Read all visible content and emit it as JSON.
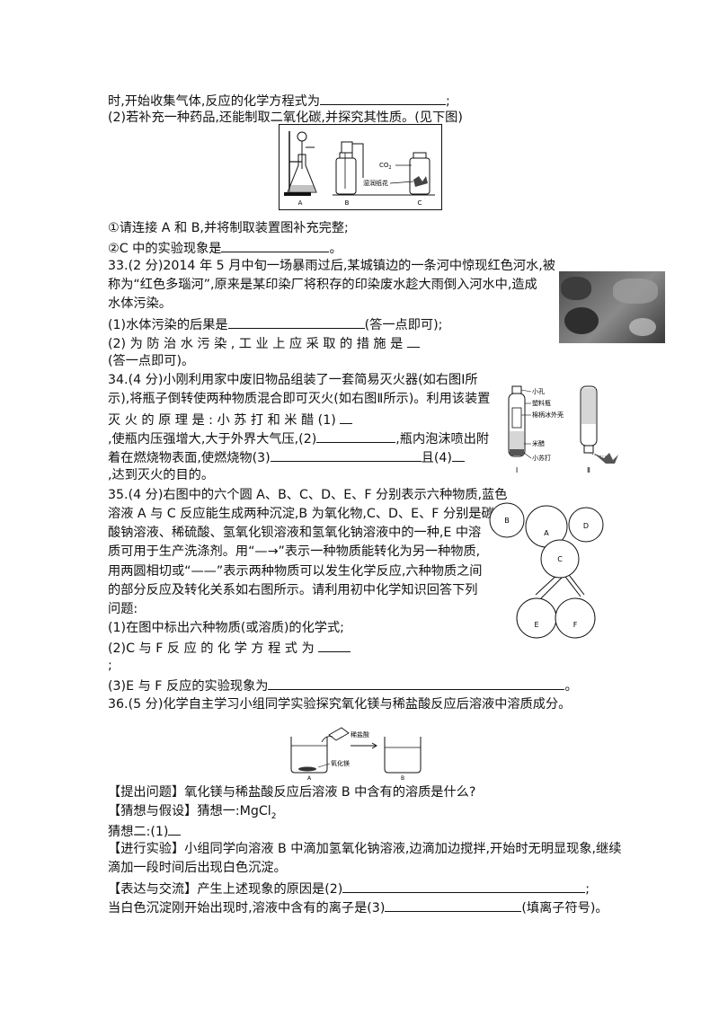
{
  "lines": {
    "l1": "时,开始收集气体,反应的化学方程式为",
    "l1_end": ";",
    "l2": "(2)若补充一种药品,还能制取二氧化碳,并探究其性质。(见下图)",
    "l3": "①请连接 A 和 B,并将制取装置图补充完整;",
    "l4": "②C 中的实验现象是",
    "l4_end": "。",
    "q33_1": "33.(2 分)2014 年 5 月中旬一场暴雨过后,某城镇边的一条河中惊现红色河水,被",
    "q33_2": "称为“红色多瑙河”,原来是某印染厂将积存的印染废水趁大雨倒入河水中,造成",
    "q33_3": "水体污染。",
    "q33_4a": "(1)水体污染的后果是",
    "q33_4b": "(答一点即可);",
    "q33_5": "(2) 为 防 治 水 污 染 , 工 业 上 应 采 取 的 措 施 是",
    "q33_6": "(答一点即可)。",
    "q34_1": "34.(4 分)小刚利用家中废旧物品组装了一套简易灭火器(如右图Ⅰ所",
    "q34_2": "示),将瓶子倒转使两种物质混合即可灭火(如右图Ⅱ所示)。利用该装置",
    "q34_3": "灭 火 的 原 理 是 : 小 苏 打 和 米 醋 (1)",
    "q34_4a": ",使瓶内压强增大,大于外界大气压,(2)",
    "q34_4b": ",瓶内泡沫喷出附",
    "q34_5": "着在燃烧物表面,使燃烧物(3)",
    "q34_5b": "且(4)",
    "q34_6": ",达到灭火的目的。",
    "q35_1": "35.(4 分)右图中的六个圆 A、B、C、D、E、F 分别表示六种物质,蓝色",
    "q35_2": "溶液 A 与 C 反应能生成两种沉淀,B 为氧化物,C、D、E、F 分别是碳",
    "q35_3": "酸钠溶液、稀硫酸、氢氧化钡溶液和氢氧化钠溶液中的一种,E 中溶",
    "q35_4": "质可用于生产洗涤剂。用“—→”表示一种物质能转化为另一种物质,",
    "q35_5": "用两圆相切或“——”表示两种物质可以发生化学反应,六种物质之间",
    "q35_6": "的部分反应及转化关系如右图所示。请利用初中化学知识回答下列",
    "q35_7": "问题:",
    "q35_8": "(1)在图中标出六种物质(或溶质)的化学式;",
    "q35_9": "(2)C 与 F 反 应 的 化 学 方 程 式 为",
    "q35_10": ";",
    "q35_11": "(3)E 与 F 反应的实验现象为",
    "q35_11_end": "。",
    "q36_1": "36.(5 分)化学自主学习小组同学实验探究氧化镁与稀盐酸反应后溶液中溶质成分。",
    "q36_2": "【提出问题】氧化镁与稀盐酸反应后溶液 B 中含有的溶质是什么?",
    "q36_3": "【猜想与假设】猜想一:MgCl",
    "q36_3_sub": "2",
    "q36_4": "猜想二:(1)",
    "q36_5": "【进行实验】小组同学向溶液 B 中滴加氢氧化钠溶液,边滴加边搅拌,开始时无明显现象,继续",
    "q36_6": "滴加一段时间后出现白色沉淀。",
    "q36_7": "【表达与交流】产生上述现象的原因是(2)",
    "q36_7_end": ";",
    "q36_8": "当白色沉淀刚开始出现时,溶液中含有的离子是(3)",
    "q36_8_end": "(填离子符号)。"
  },
  "fig_apparatus": {
    "label_a": "A",
    "label_b": "B",
    "label_c": "C",
    "co2": "CO",
    "co2_sub": "2",
    "wet_paper": "湿润纸花"
  },
  "fig_extinguisher": {
    "hole": "小孔",
    "bottle": "塑料瓶",
    "cotton": "棉柄冰外壳",
    "vinegar": "米醋",
    "soda": "小苏打",
    "label_1": "Ⅰ",
    "label_2": "Ⅱ"
  },
  "fig_circles": {
    "a": "A",
    "b": "B",
    "c": "C",
    "d": "D",
    "e": "E",
    "f": "F"
  },
  "fig_beakers": {
    "acid": "稀盐酸",
    "mgo": "氧化镁",
    "label_a": "A",
    "label_b": "B"
  }
}
